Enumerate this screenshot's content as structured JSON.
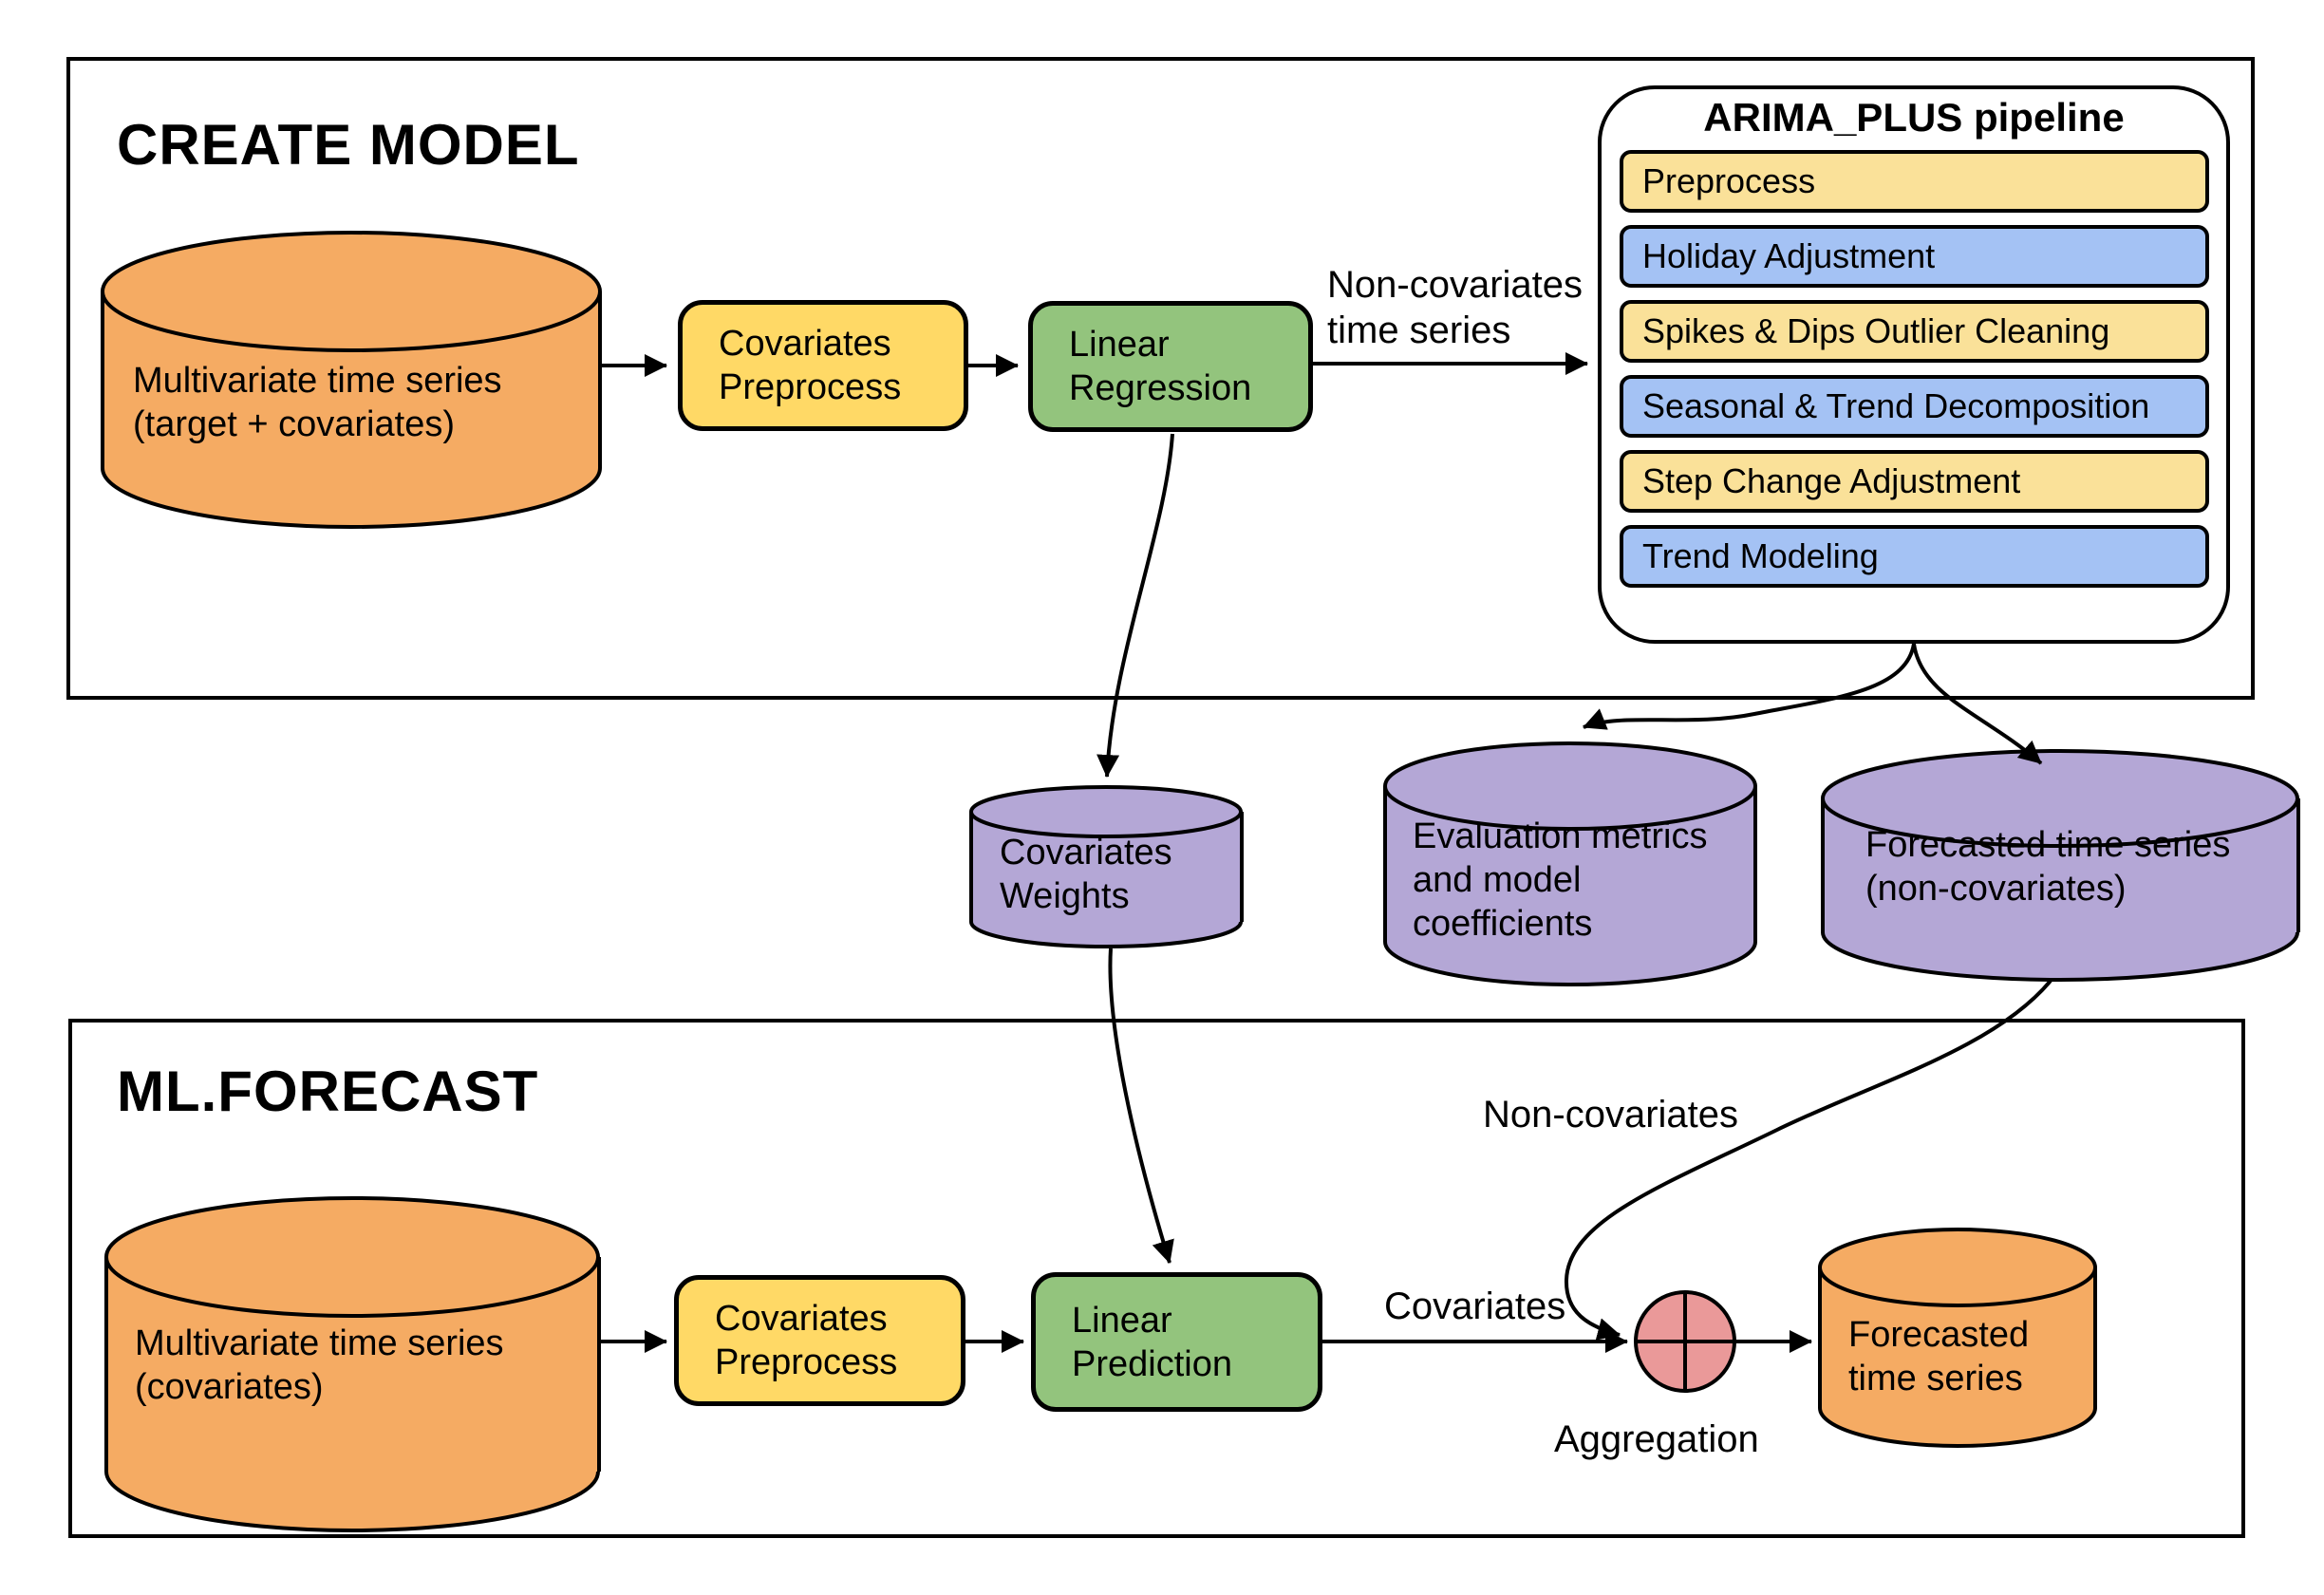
{
  "palette": {
    "background": "#ffffff",
    "stroke": "#000000",
    "orange_cylinder": "#f5ab63",
    "purple_cylinder": "#b4a7d6",
    "process_yellow": "#ffd966",
    "process_green": "#93c47d",
    "pipeline_yellow": "#fae199",
    "pipeline_blue": "#a4c2f4",
    "aggregation_pink": "#ea9999"
  },
  "create_model": {
    "title": "CREATE MODEL",
    "input_cylinder": {
      "line1": "Multivariate time series",
      "line2": "(target + covariates)"
    },
    "covariates_preprocess": {
      "line1": "Covariates",
      "line2": "Preprocess"
    },
    "linear_regression": {
      "line1": "Linear",
      "line2": "Regression"
    },
    "noncov_arrow_label": {
      "line1": "Non-covariates",
      "line2": "time series"
    },
    "pipeline": {
      "title": "ARIMA_PLUS pipeline",
      "steps": [
        {
          "label": "Preprocess",
          "color": "yellow"
        },
        {
          "label": "Holiday Adjustment",
          "color": "blue"
        },
        {
          "label": "Spikes & Dips Outlier Cleaning",
          "color": "yellow"
        },
        {
          "label": "Seasonal & Trend Decomposition",
          "color": "blue"
        },
        {
          "label": "Step Change Adjustment",
          "color": "yellow"
        },
        {
          "label": "Trend Modeling",
          "color": "blue"
        }
      ]
    }
  },
  "outputs": {
    "covariates_weights": {
      "line1": "Covariates",
      "line2": "Weights"
    },
    "evaluation": {
      "line1": "Evaluation metrics",
      "line2": "and model",
      "line3": "coefficients"
    },
    "forecast_noncov": {
      "line1": "Forecasted time series",
      "line2": "(non-covariates)"
    }
  },
  "ml_forecast": {
    "title": "ML.FORECAST",
    "input_cylinder": {
      "line1": "Multivariate time series",
      "line2": "(covariates)"
    },
    "covariates_preprocess": {
      "line1": "Covariates",
      "line2": "Preprocess"
    },
    "linear_prediction": {
      "line1": "Linear",
      "line2": "Prediction"
    },
    "covariates_label": "Covariates",
    "noncovariates_label": "Non-covariates",
    "aggregation_label": "Aggregation",
    "output_cylinder": {
      "line1": "Forecasted",
      "line2": "time series"
    }
  }
}
